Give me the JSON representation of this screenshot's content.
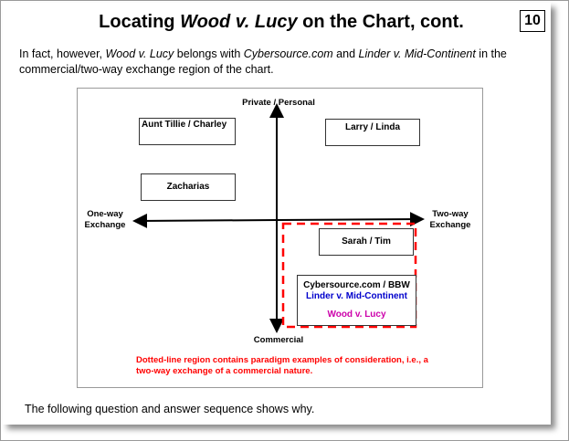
{
  "slide": {
    "title_prefix": "Locating ",
    "title_case": "Wood v. Lucy",
    "title_suffix": " on the Chart, cont.",
    "page_number": "10",
    "intro": {
      "t1": "In fact, however, ",
      "case1": "Wood v. Lucy",
      "t2": " belongs with ",
      "case2": "Cybersource.com",
      "t3": " and ",
      "case3": "Linder v. Mid-Continent",
      "t4": " in the commercial/two-way exchange region of the chart."
    },
    "footer": "The following question and answer sequence shows why."
  },
  "diagram": {
    "axis_top": "Private / Personal",
    "axis_bottom": "Commercial",
    "axis_left_1": "One-way",
    "axis_left_2": "Exchange",
    "axis_right_1": "Two-way",
    "axis_right_2": "Exchange",
    "boxes": {
      "aunt_tillie": "Aunt Tillie / Charley",
      "zacharias": "Zacharias",
      "larry_linda": "Larry / Linda",
      "sarah_tim": "Sarah / Tim",
      "cybersource": "Cybersource.com / BBW",
      "linder": "Linder v. Mid-Continent",
      "wood": "Wood v. Lucy"
    },
    "note": "Dotted-line region contains paradigm examples of consideration, i.e., a two-way exchange of a commercial nature.",
    "colors": {
      "highlight_region": "#ff0000",
      "linder": "#0000cc",
      "wood": "#cc00aa",
      "note": "#ff0000"
    }
  }
}
